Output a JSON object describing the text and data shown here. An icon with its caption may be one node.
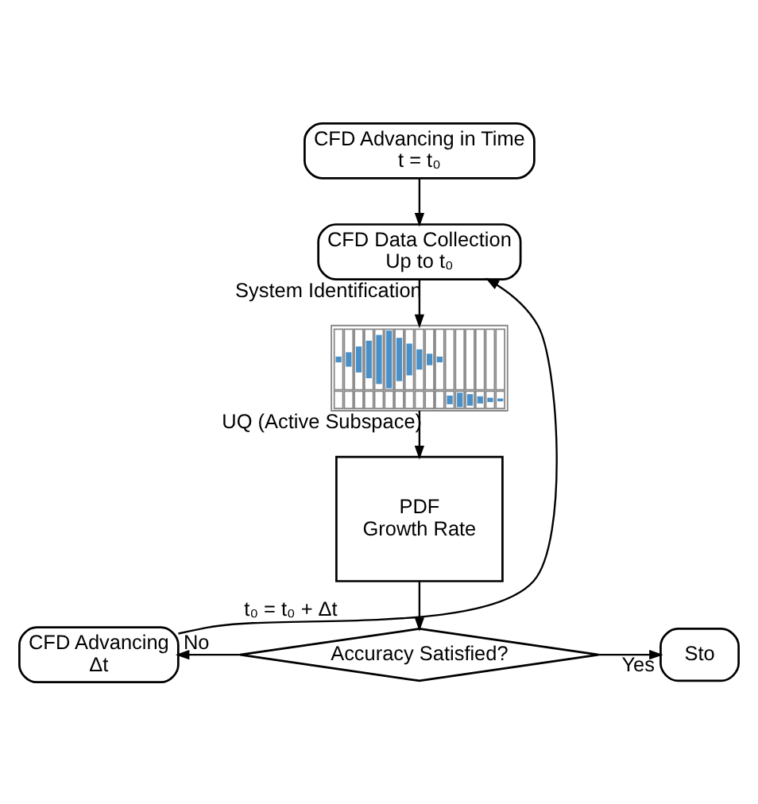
{
  "diagram": {
    "nodes": [
      {
        "text": [
          "CFD Advancing in Time",
          "t = t₀"
        ]
      },
      {
        "text": [
          "CFD Data Collection",
          "Up to t₀"
        ]
      },
      {
        "text": [],
        "shape": "picture"
      },
      {
        "text": [
          "PDF",
          "Growth Rate"
        ]
      },
      {
        "text": [
          "Accuracy Satisfied?"
        ]
      },
      {
        "text": [
          "Sto"
        ]
      },
      {
        "text": [
          "CFD Advancing",
          "Δt"
        ]
      }
    ],
    "edges": [
      {
        "from": 0,
        "to": 1,
        "arrow": "to"
      },
      {
        "from": 1,
        "to": 2,
        "arrow": "to",
        "label": "System Identification"
      },
      {
        "from": 2,
        "to": 3,
        "arrow": "to",
        "label": "UQ (Active Subspace)"
      },
      {
        "from": 3,
        "to": 4,
        "arrow": "to"
      },
      {
        "from": 4,
        "to": 5,
        "arrow": "to",
        "label": "Yes"
      },
      {
        "from": 4,
        "to": 6,
        "arrow": "to",
        "label": "No"
      },
      {
        "from": 6,
        "to": 1,
        "arrow": "to",
        "label": "t₀ = t₀ + Δt"
      }
    ]
  }
}
